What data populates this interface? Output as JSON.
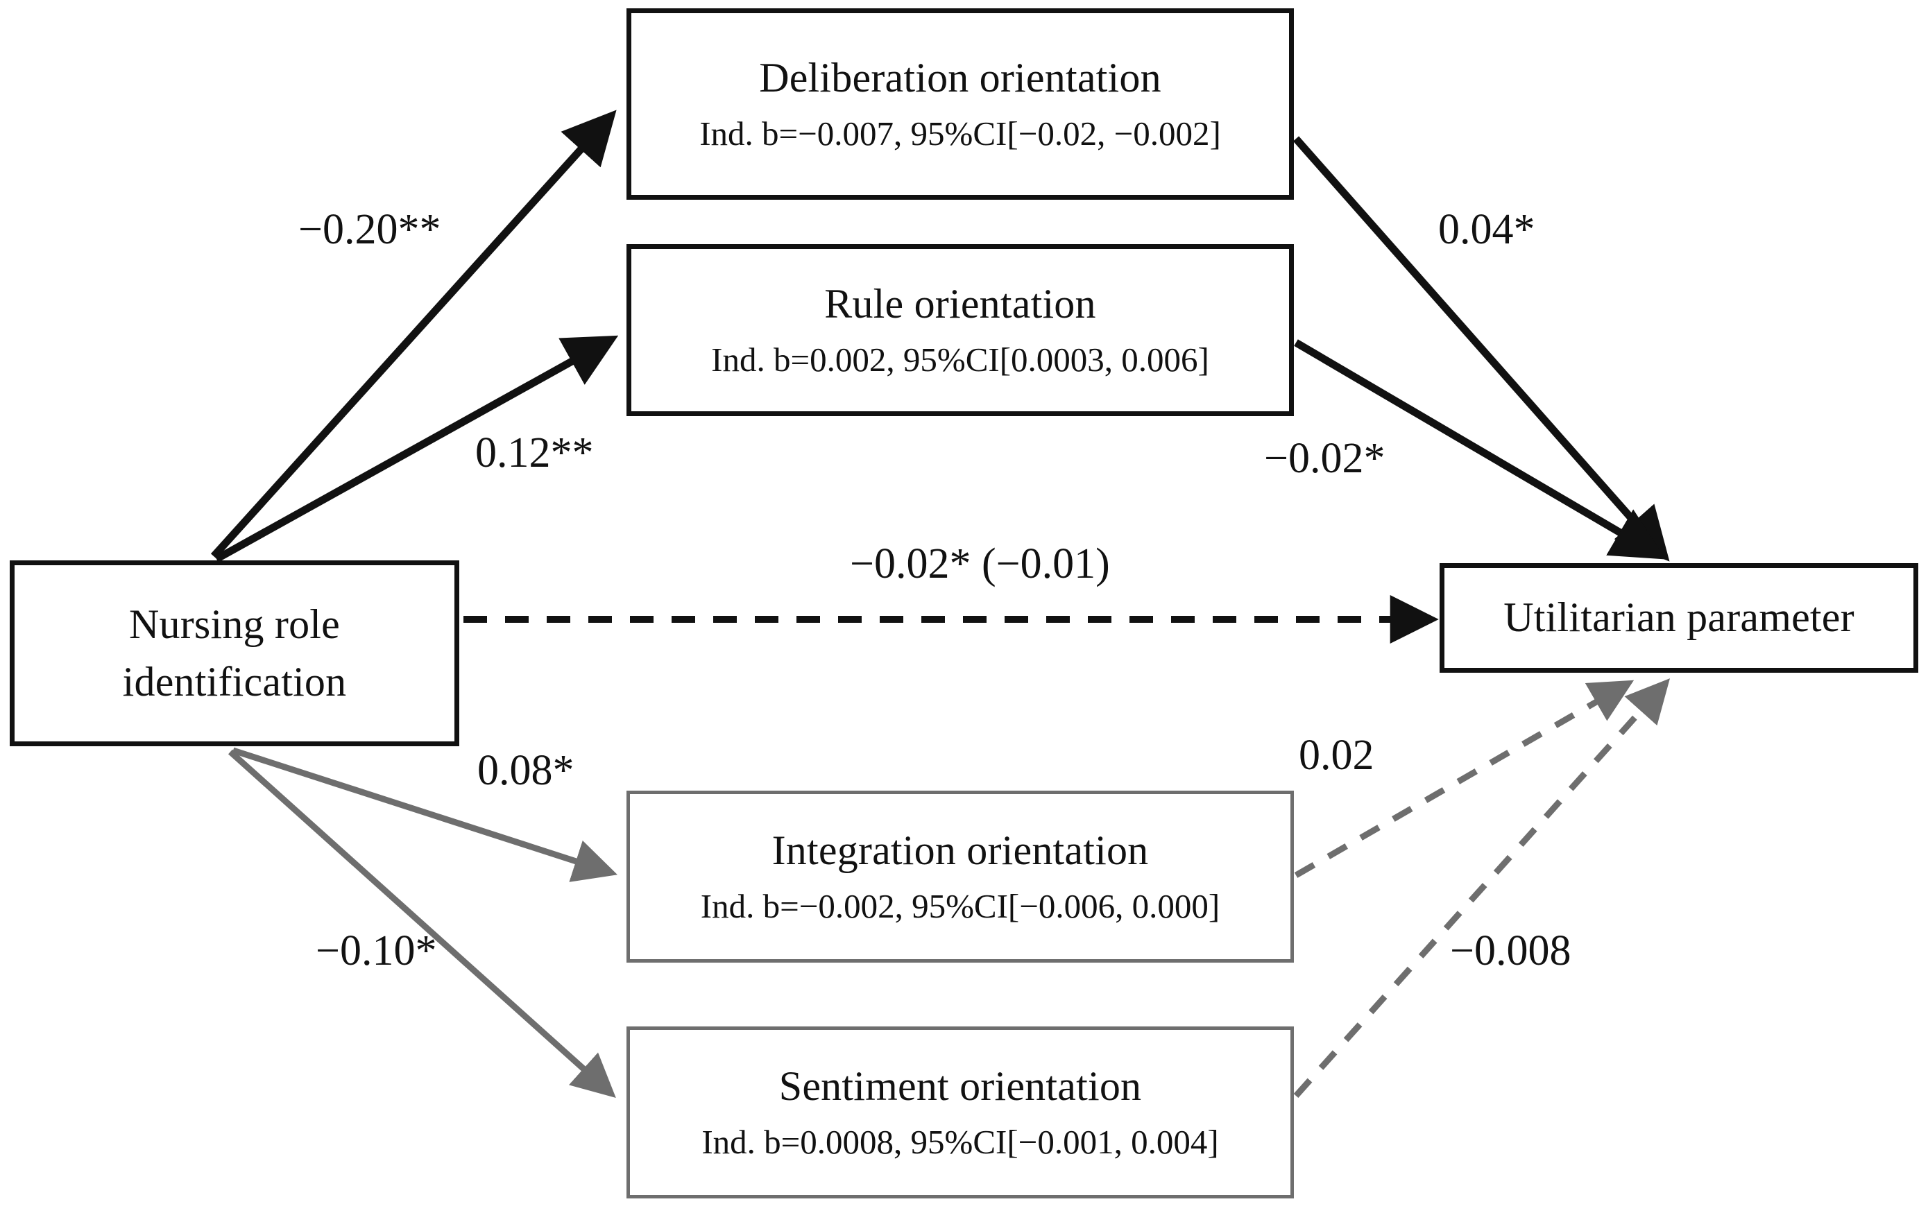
{
  "figure": {
    "type": "path-diagram",
    "description": "Mediation model path diagram with direct and indirect effects"
  },
  "nodes": {
    "predictor": {
      "id": "nursing-role-identification",
      "title": "Nursing role\nidentification",
      "style": "strong"
    },
    "mediators": [
      {
        "id": "deliberation-orientation",
        "title": "Deliberation orientation",
        "indirect": "Ind. b=−0.007, 95%CI[−0.02, −0.002]",
        "style": "strong"
      },
      {
        "id": "rule-orientation",
        "title": "Rule orientation",
        "indirect": "Ind. b=0.002, 95%CI[0.0003, 0.006]",
        "style": "strong"
      },
      {
        "id": "integration-orientation",
        "title": "Integration orientation",
        "indirect": "Ind. b=−0.002, 95%CI[−0.006, 0.000]",
        "style": "faint"
      },
      {
        "id": "sentiment-orientation",
        "title": "Sentiment orientation",
        "indirect": "Ind. b=0.0008, 95%CI[−0.001, 0.004]",
        "style": "faint"
      }
    ],
    "outcome": {
      "id": "utilitarian-parameter",
      "title": "Utilitarian parameter",
      "style": "strong"
    }
  },
  "paths": [
    {
      "id": "nursing-to-deliberation",
      "from": "nursing-role-identification",
      "to": "deliberation-orientation",
      "coefficient": "−0.20**",
      "line": "solid",
      "color": "#111111",
      "significance": "**"
    },
    {
      "id": "nursing-to-rule",
      "from": "nursing-role-identification",
      "to": "rule-orientation",
      "coefficient": "0.12**",
      "line": "solid",
      "color": "#111111",
      "significance": "**"
    },
    {
      "id": "deliberation-to-utilitarian",
      "from": "deliberation-orientation",
      "to": "utilitarian-parameter",
      "coefficient": "0.04*",
      "line": "solid",
      "color": "#111111",
      "significance": "*"
    },
    {
      "id": "rule-to-utilitarian",
      "from": "rule-orientation",
      "to": "utilitarian-parameter",
      "coefficient": "−0.02*",
      "line": "solid",
      "color": "#111111",
      "significance": "*"
    },
    {
      "id": "nursing-to-utilitarian-direct",
      "from": "nursing-role-identification",
      "to": "utilitarian-parameter",
      "coefficient": "−0.02* (−0.01)",
      "line": "dashed",
      "color": "#111111",
      "significance": "*"
    },
    {
      "id": "nursing-to-integration",
      "from": "nursing-role-identification",
      "to": "integration-orientation",
      "coefficient": "0.08*",
      "line": "solid",
      "color": "#6e6e6e",
      "significance": "*"
    },
    {
      "id": "nursing-to-sentiment",
      "from": "nursing-role-identification",
      "to": "sentiment-orientation",
      "coefficient": "−0.10*",
      "line": "solid",
      "color": "#6e6e6e",
      "significance": "*"
    },
    {
      "id": "integration-to-utilitarian",
      "from": "integration-orientation",
      "to": "utilitarian-parameter",
      "coefficient": "0.02",
      "line": "dashed",
      "color": "#6e6e6e",
      "significance": ""
    },
    {
      "id": "sentiment-to-utilitarian",
      "from": "sentiment-orientation",
      "to": "utilitarian-parameter",
      "coefficient": "−0.008",
      "line": "dashed",
      "color": "#6e6e6e",
      "significance": ""
    }
  ],
  "colors": {
    "strong_stroke": "#111111",
    "faint_stroke": "#6e6e6e",
    "background": "#ffffff"
  }
}
